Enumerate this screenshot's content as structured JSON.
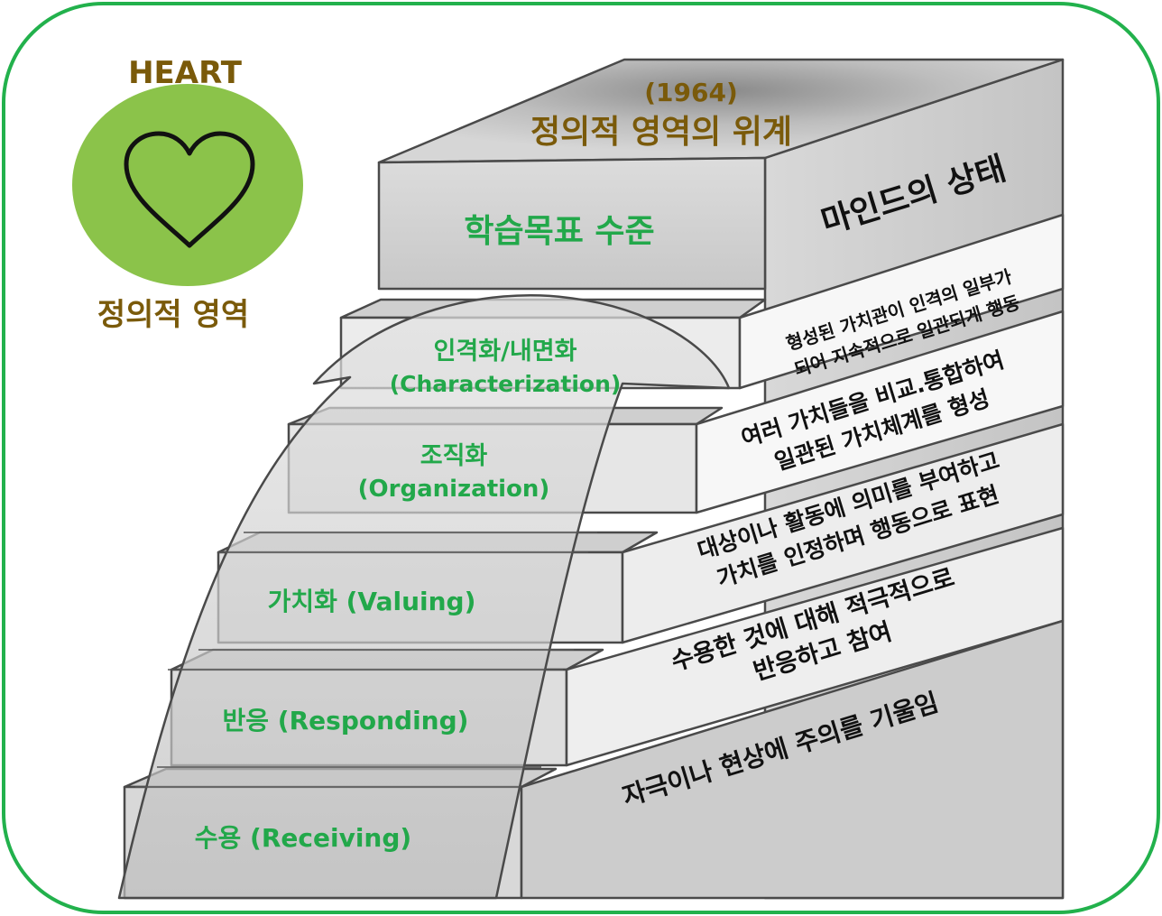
{
  "heart": {
    "title": "HEART",
    "label": "정의적 영역",
    "circle_color": "#8bc34a",
    "icon": "heart-outline-icon"
  },
  "top": {
    "year": "(1964)",
    "title": "정의적 영역의 위계",
    "front_label": "학습목표 수준",
    "side_label": "마인드의 상태"
  },
  "levels": [
    {
      "name": "수용 (Receiving)",
      "desc": [
        "자극이나 현상에 주의를 기울임"
      ]
    },
    {
      "name": "반응 (Responding)",
      "desc": [
        "수용한 것에 대해 적극적으로",
        "반응하고 참여"
      ]
    },
    {
      "name": "가치화 (Valuing)",
      "desc": [
        "대상이나 활동에 의미를 부여하고",
        "가치를 인정하며 행동으로 표현"
      ]
    },
    {
      "name_line1": "조직화",
      "name_line2": "(Organization)",
      "desc": [
        "여러 가치들을 비교.통합하여",
        "일관된 가치체계를 형성"
      ]
    },
    {
      "name_line1": "인격화/내면화",
      "name_line2": "(Characterization)",
      "desc": [
        "형성된 가치관이 인격의 일부가",
        "되어 지속적으로 일관되게 행동"
      ]
    }
  ],
  "colors": {
    "border": "#22b14c",
    "brown_text": "#7a5a0a",
    "green_text": "#22a84a"
  }
}
